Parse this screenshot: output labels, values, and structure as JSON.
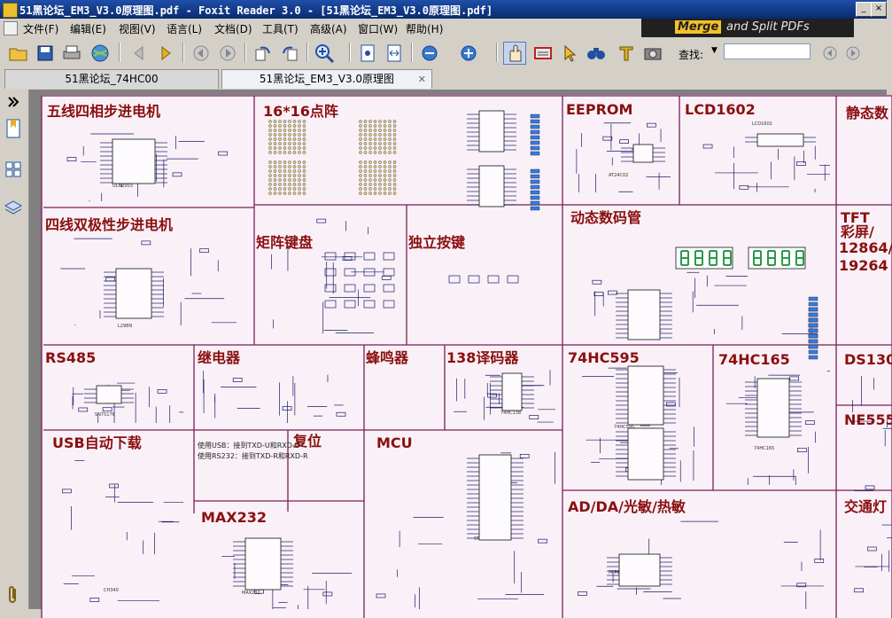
{
  "window": {
    "title": "51黑论坛_EM3_V3.0原理图.pdf - Foxit Reader 3.0 - [51黑论坛_EM3_V3.0原理图.pdf]",
    "minimize": "_",
    "close": "×"
  },
  "menu": [
    "文件(F)",
    "编辑(E)",
    "视图(V)",
    "语言(L)",
    "文档(D)",
    "工具(T)",
    "高级(A)",
    "窗口(W)",
    "帮助(H)"
  ],
  "banner": {
    "merge": "Merge",
    "rest": "and Split PDFs"
  },
  "toolbar": {
    "find_label": "查找:",
    "find_value": ""
  },
  "tabs": [
    {
      "label": "51黑论坛_74HC00"
    },
    {
      "label": "51黑论坛_EM3_V3.0原理图",
      "active": true
    }
  ],
  "schematic": {
    "sections": [
      "五线四相步进电机",
      "16*16点阵",
      "EEPROM",
      "LCD1602",
      "静态数",
      "四线双极性步进电机",
      "矩阵键盘",
      "独立按键",
      "动态数码管",
      "TFT",
      "彩屏/",
      "12864/",
      "19264",
      "RS485",
      "继电器",
      "蜂鸣器",
      "138译码器",
      "74HC595",
      "74HC165",
      "DS130",
      "USB自动下载",
      "复位",
      "MCU",
      "NE555",
      "MAX232",
      "AD/DA/光敏/热敏",
      "交通灯"
    ],
    "notes": [
      "使用USB：接到TXD-U和RXD-U",
      "使用RS232：接到TXD-R和RXD-R"
    ],
    "chips": [
      "ULN2003",
      "L298N",
      "74HC138",
      "SN75176",
      "STC89C52",
      "MAX232",
      "74HC595",
      "74HC165",
      "PCF8591",
      "AT24C02",
      "LCD1602",
      "CH340"
    ]
  }
}
